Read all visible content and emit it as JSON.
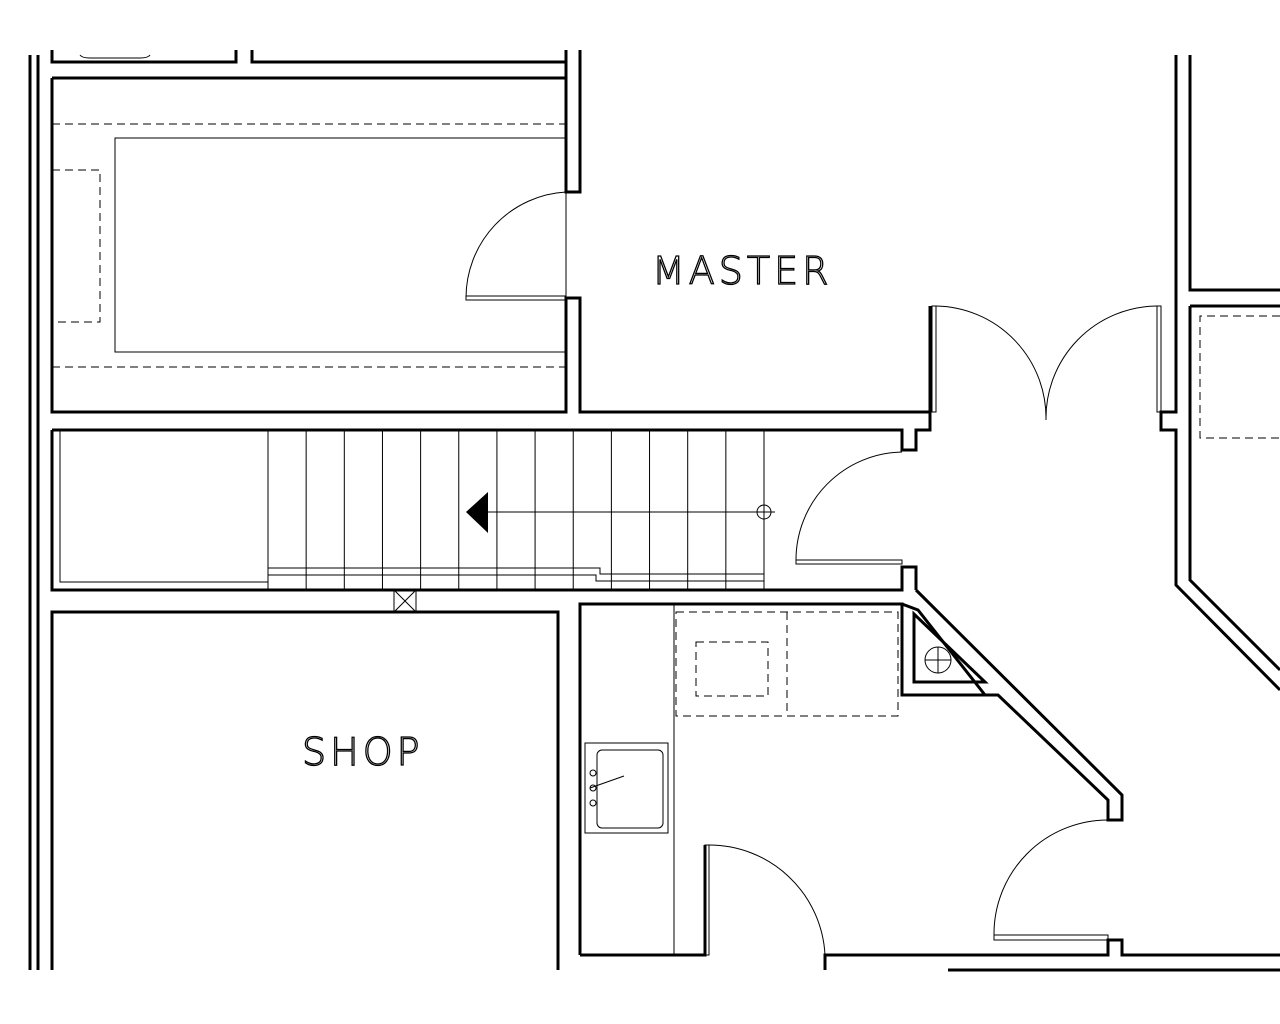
{
  "rooms": {
    "master": "MASTER",
    "shop": "SHOP"
  },
  "colors": {
    "line": "#000000",
    "background": "#ffffff"
  },
  "stair": {
    "direction": "down-left",
    "treads": 13
  }
}
